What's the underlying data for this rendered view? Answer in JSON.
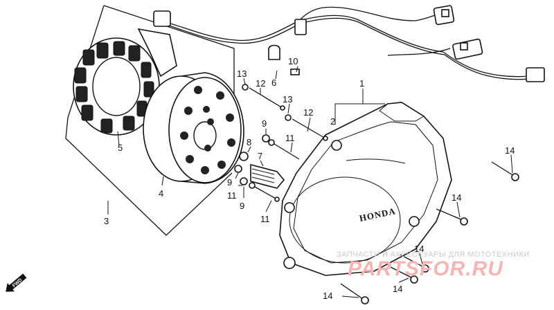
{
  "labels": {
    "l1": "1",
    "l2": "2",
    "l3": "3",
    "l4": "4",
    "l5": "5",
    "l6": "6",
    "l7": "7",
    "l8": "8",
    "l9a": "9",
    "l9b": "9",
    "l9c": "9",
    "l10": "10",
    "l11a": "11",
    "l11b": "11",
    "l11c": "11",
    "l12a": "12",
    "l12b": "12",
    "l13a": "13",
    "l13b": "13",
    "l14a": "14",
    "l14b": "14",
    "l14c": "14",
    "l14d": "14",
    "l14e": "14"
  },
  "cover_brand": "HONDA",
  "direction": "FWD",
  "watermark": {
    "tagline": "ЗАПЧАСТИ И АКСЕССУАРЫ ДЛЯ МОТОТЕХНИКИ",
    "site": "PARTSFOR.RU"
  },
  "colors": {
    "ink": "#111111",
    "watermark_text": "#c9c9c9",
    "watermark_logo": "#f4b5b5"
  }
}
